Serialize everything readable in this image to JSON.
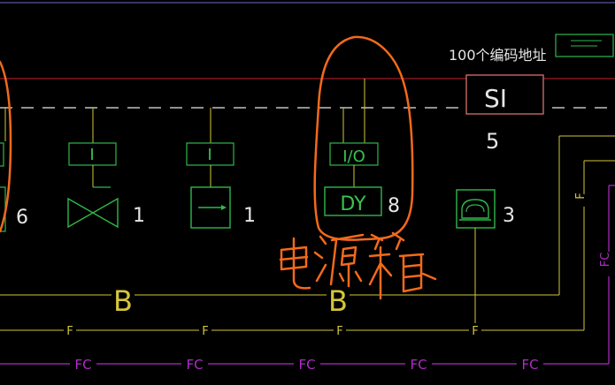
{
  "colors": {
    "background": "#000000",
    "bus_red": "#c8202a",
    "dash_white": "#e8e8e8",
    "device_green": "#2fb84a",
    "device_text_green": "#38c24f",
    "bus_yellow": "#d4c63a",
    "magenta": "#b02cc8",
    "orange_marker": "#f26a1b",
    "si_box": "#e87878",
    "label_white": "#e6e6e6"
  },
  "header": {
    "address_note": "100个编码地址",
    "legend_icon": "legend-icon"
  },
  "si_panel": {
    "label": "SI",
    "count": "5"
  },
  "devices": [
    {
      "name": "valve",
      "module_label": "I",
      "count": "1",
      "icon": "valve-icon"
    },
    {
      "name": "switch",
      "module_label": "I",
      "count": "1",
      "icon": "arrow-switch-icon"
    },
    {
      "name": "power",
      "module_label": "I/O",
      "box_label": "DY",
      "count": "8"
    },
    {
      "name": "alarm",
      "count": "3",
      "icon": "alarm-bell-icon"
    }
  ],
  "left_partial": {
    "count": "6"
  },
  "bus_labels": {
    "b_left": "B",
    "b_right": "B"
  },
  "line_labels": {
    "f_bus": [
      "F",
      "F",
      "F",
      "F"
    ],
    "fc_bus": [
      "FC",
      "FC",
      "FC",
      "FC",
      "FC"
    ],
    "right_vertical_f": "F",
    "right_vertical_fc": "FC"
  },
  "annotation": {
    "handwritten_text": "电源箱"
  }
}
